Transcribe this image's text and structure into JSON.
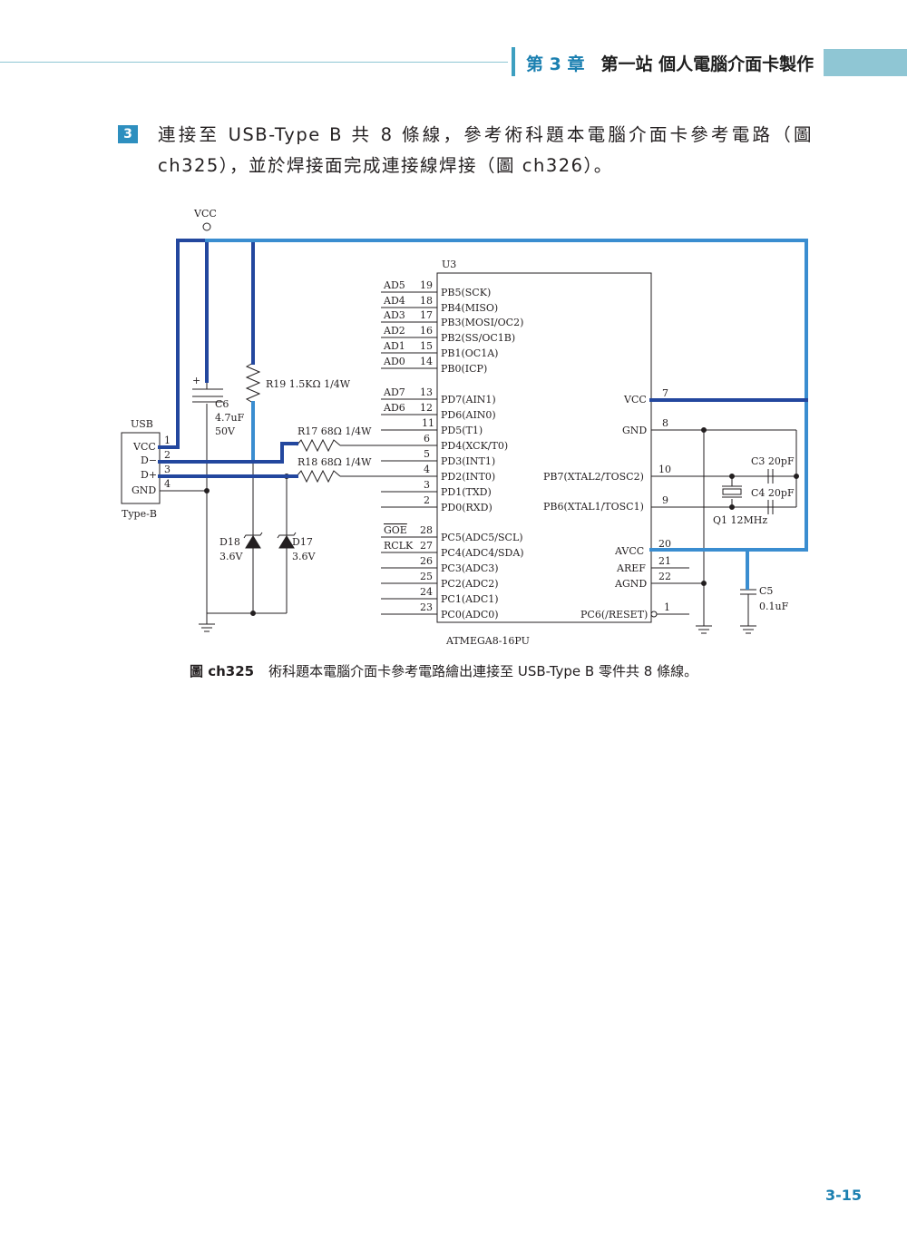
{
  "header": {
    "chapter": "第 3 章",
    "title": "第一站 個人電腦介面卡製作"
  },
  "step": {
    "number": "3",
    "line1": "連接至 USB-Type B 共 8 條線，參考術科題本電腦介面卡參考電路（圖",
    "line2": "ch325），並於焊接面完成連接線焊接（圖 ch326）。"
  },
  "schematic": {
    "vcc": "VCC",
    "usb": {
      "title": "USB",
      "type": "Type-B",
      "pins": [
        "VCC",
        "D−",
        "D+",
        "GND"
      ],
      "pin_numbers": [
        "1",
        "2",
        "3",
        "4"
      ]
    },
    "c6": [
      "C6",
      "4.7uF",
      "50V"
    ],
    "c6_plus": "+",
    "r19": "R19 1.5KΩ 1/4W",
    "r17": "R17 68Ω 1/4W",
    "r18": "R18 68Ω 1/4W",
    "d18": [
      "D18",
      "3.6V"
    ],
    "d17": [
      "D17",
      "3.6V"
    ],
    "chip": {
      "ref": "U3",
      "part": "ATMEGA8-16PU",
      "left_pins": [
        {
          "net": "AD5",
          "num": "19",
          "name": "PB5(SCK)"
        },
        {
          "net": "AD4",
          "num": "18",
          "name": "PB4(MISO)"
        },
        {
          "net": "AD3",
          "num": "17",
          "name": "PB3(MOSI/OC2)"
        },
        {
          "net": "AD2",
          "num": "16",
          "name": "PB2(SS/OC1B)"
        },
        {
          "net": "AD1",
          "num": "15",
          "name": "PB1(OC1A)"
        },
        {
          "net": "AD0",
          "num": "14",
          "name": "PB0(ICP)"
        },
        {
          "net": "AD7",
          "num": "13",
          "name": "PD7(AIN1)"
        },
        {
          "net": "AD6",
          "num": "12",
          "name": "PD6(AIN0)"
        },
        {
          "net": "",
          "num": "11",
          "name": "PD5(T1)"
        },
        {
          "net": "",
          "num": "6",
          "name": "PD4(XCK/T0)"
        },
        {
          "net": "",
          "num": "5",
          "name": "PD3(INT1)"
        },
        {
          "net": "",
          "num": "4",
          "name": "PD2(INT0)"
        },
        {
          "net": "",
          "num": "3",
          "name": "PD1(TXD)"
        },
        {
          "net": "",
          "num": "2",
          "name": "PD0(RXD)"
        },
        {
          "net": "GOE",
          "num": "28",
          "name": "PC5(ADC5/SCL)"
        },
        {
          "net": "RCLK",
          "num": "27",
          "name": "PC4(ADC4/SDA)"
        },
        {
          "net": "",
          "num": "26",
          "name": "PC3(ADC3)"
        },
        {
          "net": "",
          "num": "25",
          "name": "PC2(ADC2)"
        },
        {
          "net": "",
          "num": "24",
          "name": "PC1(ADC1)"
        },
        {
          "net": "",
          "num": "23",
          "name": "PC0(ADC0)"
        }
      ],
      "right_pins": [
        {
          "num": "7",
          "name": "VCC"
        },
        {
          "num": "8",
          "name": "GND"
        },
        {
          "num": "10",
          "name": "PB7(XTAL2/TOSC2)"
        },
        {
          "num": "9",
          "name": "PB6(XTAL1/TOSC1)"
        },
        {
          "num": "20",
          "name": "AVCC"
        },
        {
          "num": "21",
          "name": "AREF"
        },
        {
          "num": "22",
          "name": "AGND"
        },
        {
          "num": "1",
          "name": "PC6(/RESET)"
        }
      ]
    },
    "c3": "C3 20pF",
    "c4": "C4 20pF",
    "q1": "Q1 12MHz",
    "c5": [
      "C5",
      "0.1uF"
    ]
  },
  "caption": {
    "number": "圖 ch325",
    "text": "術科題本電腦介面卡參考電路繪出連接至 USB-Type B 零件共 8 條線。"
  },
  "page_number": "3-15",
  "colors": {
    "accent": "#1a7fb0",
    "header_block": "#8fc6d4",
    "wire_dark": "#23479e",
    "wire_light": "#3a8dd0"
  }
}
